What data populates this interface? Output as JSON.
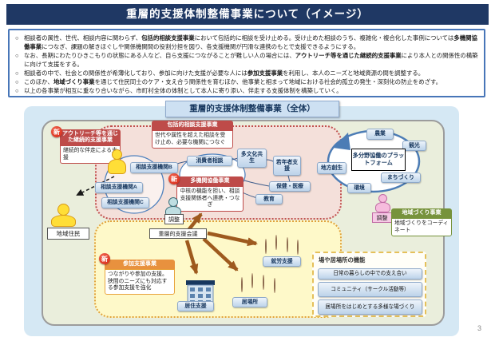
{
  "colors": {
    "title_bar_navy": "#1F3864",
    "header_red": "#BE4B49",
    "header_orange": "#E8913E",
    "header_green": "#77933C",
    "arrow_brown": "#9E5A1E",
    "badge_red": "#D42313",
    "blue_box_border": "#8EA9C9",
    "region_pink": "#F4E0DA",
    "region_yellow": "#FEF9C9"
  },
  "page": {
    "title": "重層的支援体制整備事業について（イメージ）",
    "page_number": "3"
  },
  "bullet_marker": "○",
  "bullets": [
    {
      "segments": [
        {
          "t": "相談者の属性、世代、相談内容に関わらず、",
          "b": false
        },
        {
          "t": "包括的相談支援事業",
          "b": true
        },
        {
          "t": "において包括的に相談を受け止める。受け止めた相談のうち、複雑化・複合化した事例については",
          "b": false
        },
        {
          "t": "多機関協働事業",
          "b": true
        },
        {
          "t": "につなぎ、課題の解きほぐしや関係機関間の役割分担を図り、各支援機関が円滑な連携のもとで支援できるようにする。",
          "b": false
        }
      ]
    },
    {
      "segments": [
        {
          "t": "なお、長期にわたりひきこもりの状態にある人など、自ら支援につながることが難しい人の場合には、",
          "b": false
        },
        {
          "t": "アウトリーチ等を通じた継続的支援事業",
          "b": true
        },
        {
          "t": "により本人との関係性の構築に向けて支援をする。",
          "b": false
        }
      ]
    },
    {
      "segments": [
        {
          "t": "相談者の中で、社会との関係性が希薄化しており、参加に向けた支援が必要な人には",
          "b": false
        },
        {
          "t": "参加支援事業",
          "b": true
        },
        {
          "t": "を利用し、本人のニーズと地域資源の間を調整する。",
          "b": false
        }
      ]
    },
    {
      "segments": [
        {
          "t": "このほか、",
          "b": false
        },
        {
          "t": "地域づくり事業",
          "b": true
        },
        {
          "t": "を通じて住民同士のケア・支え合う関係性を育むほか、他事業と相まって地域における社会的孤立の発生・深刻化の防止をめざす。",
          "b": false
        }
      ]
    },
    {
      "segments": [
        {
          "t": "以上の各事業が相互に重なり合いながら、市町村全体の体制として本人に寄り添い、伴走する支援体制を構築していく。",
          "b": false
        }
      ]
    }
  ],
  "diagram": {
    "title": "重層的支援体制整備事業（全体）",
    "badge_new": "新",
    "outreach": {
      "header": "アウトリーチ等を通じた継続的支援事業",
      "body": "継続的な伴走による支援"
    },
    "comprehensive": {
      "header": "包括的相談支援事業",
      "body": "世代や属性を超えた相談を受け止め、必要な機関につなぐ"
    },
    "multi_agency": {
      "header": "多機関協働事業",
      "body": "中核の機能を担い、相談支援関係者へ連携・つなぎ"
    },
    "participation": {
      "header": "参加支援事業",
      "body": "つながりや参加の支援。狭間のニーズにも対応する参加支援を強化"
    },
    "community_dev": {
      "header": "地域づくり事業",
      "body": "地域づくりをコーディネート"
    },
    "agencies": [
      "相談支援機関A",
      "相談支援機関B",
      "相談支援機関C"
    ],
    "consult_fields": [
      "消費者相談",
      "多文化共生",
      "若年者支援",
      "保健・医療",
      "教育"
    ],
    "platform": {
      "label": "多分野協働のプラットフォーム",
      "fields": [
        "農業",
        "観光",
        "地方創生",
        "まちづくり",
        "環境"
      ]
    },
    "coordination_label": "調整",
    "meeting_label": "重層的支援会議",
    "resident_label": "地域住民",
    "employment_label": "就労支援",
    "place_label": "居場所",
    "housing_label": "居住支援",
    "place_functions": {
      "title": "場や居場所の機能",
      "items": [
        "日常の暮らしの中での支え合い",
        "コミュニティ（サークル活動等）",
        "居場所をはじめとする多様な場づくり"
      ]
    }
  }
}
